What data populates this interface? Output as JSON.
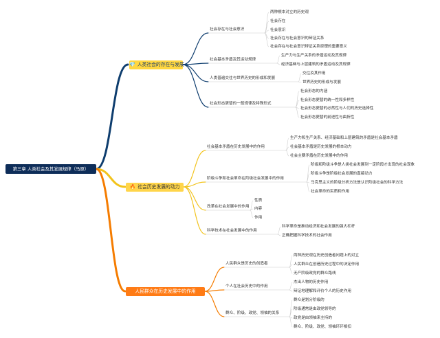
{
  "root": {
    "title": "第三章 人类社会及其发展规律（马原）"
  },
  "branches": [
    {
      "title": "人类社会的存在与发展",
      "icon": "diamond-icon",
      "color": "#0e3d6e",
      "children": [
        {
          "title": "社会存在与社会意识",
          "items": [
            "两种根本对立的历史观",
            "社会存在",
            "社会意识",
            "社会存在与社会意识的辩证关系",
            "社会存在与社会意识辩证关系原理的重要意义"
          ]
        },
        {
          "title": "社会基本矛盾及其运动规律",
          "items": [
            "生产力与生产关系的矛盾运动及其规律",
            "经济基础与上层建筑的矛盾运动及其规律"
          ]
        },
        {
          "title": "人类普遍交往与世界历史的形成和发展",
          "items": [
            "交往及其作用",
            "世界历史的形成与发展"
          ]
        },
        {
          "title": "社会形态更替的一般规律及特殊形式",
          "items": [
            "社会形态的内涵",
            "社会形态更替的统一性和多样性",
            "社会形态更替的必然性与人们的历史选择性",
            "社会形态更替的前进性与曲折性"
          ]
        }
      ]
    },
    {
      "title": "社会历史发展的动力",
      "icon": "fire-icon",
      "color": "#f2c31c",
      "children": [
        {
          "title": "社会基本矛盾在历史发展中的作用",
          "items": [
            "生产力和生产关系、经济基础和上层建筑的矛盾是社会基本矛盾",
            "社会基本矛盾是历史发展的根本动力",
            "社会主要矛盾在历史发展中的作用"
          ]
        },
        {
          "title": "阶级斗争和社会革命在阶级社会发展中的作用",
          "items": [
            "阶级和阶级斗争是人类社会发展到一定阶段才出现的社会现象",
            "阶级斗争是阶级社会发展的直接动力",
            "马克思主义的阶级分析方法是认识阶级社会的科学方法",
            "社会革命的实质和作用"
          ]
        },
        {
          "title": "改革在社会发展中的作用",
          "items": [
            "性质",
            "内容",
            "作用"
          ]
        },
        {
          "title": "科学技术在社会发展中的作用",
          "items": [
            "科学革命是推动经济和社会发展的强大杠杆",
            "正确把握科学技术的社会作用"
          ]
        }
      ]
    },
    {
      "title": "人民群众在历史发展中的作用",
      "icon": "",
      "color": "#f57c00",
      "children": [
        {
          "title": "人民群众是历史的创造者",
          "items": [
            "两种历史观在历史创造者问题上的对立",
            "人民群众在创造历史过程中的决定作用",
            "无产阶级政党的群众路线"
          ]
        },
        {
          "title": "个人在社会历史中的作用",
          "items": [
            "杰出人物的历史作用",
            "辩证地理解和评价个人的历史作用"
          ]
        },
        {
          "title": "群众、阶级、政党、领袖的关系",
          "items": [
            "群众是划分阶级的",
            "阶级通常是由政党领导的",
            "政党是由领袖来主持的",
            "群众、阶级、政党、领袖环环相扣"
          ]
        }
      ]
    }
  ]
}
